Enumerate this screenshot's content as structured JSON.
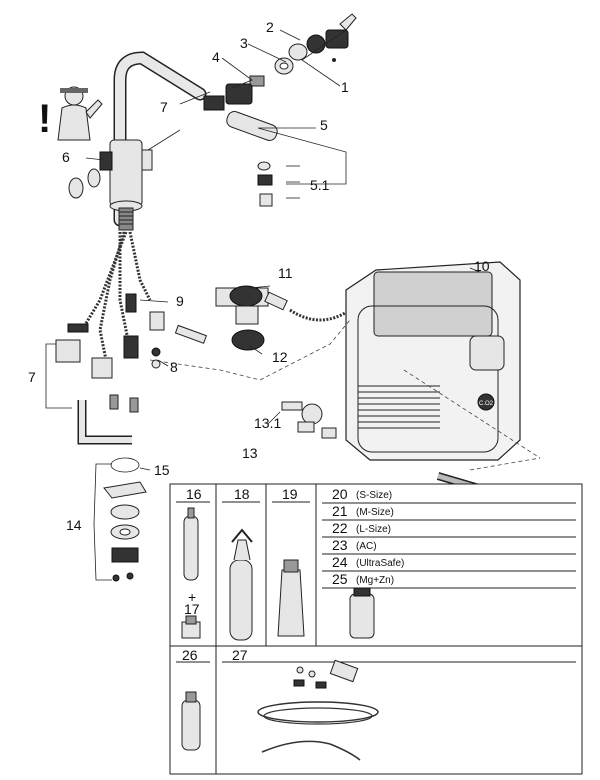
{
  "callouts": {
    "c1": "1",
    "c2": "2",
    "c3": "3",
    "c4": "4",
    "c5": "5",
    "c5_1": "5.1",
    "c6": "6",
    "c7a": "7",
    "c7b": "7",
    "c8": "8",
    "c9": "9",
    "c10": "10",
    "c11": "11",
    "c12": "12",
    "c13": "13",
    "c13_1": "13.1",
    "c14": "14",
    "c15": "15"
  },
  "warning_mark": "!",
  "table": {
    "col16": "16",
    "col17_plus": "+",
    "col17": "17",
    "col18": "18",
    "col19": "19",
    "sizes": [
      {
        "num": "20",
        "label": "(S-Size)"
      },
      {
        "num": "21",
        "label": "(M-Size)"
      },
      {
        "num": "22",
        "label": "(L-Size)"
      },
      {
        "num": "23",
        "label": "(AC)"
      },
      {
        "num": "24",
        "label": "(UltraSafe)"
      },
      {
        "num": "25",
        "label": "(Mg+Zn)"
      }
    ],
    "col26": "26",
    "col27": "27"
  },
  "unit_badge": "C.O2"
}
